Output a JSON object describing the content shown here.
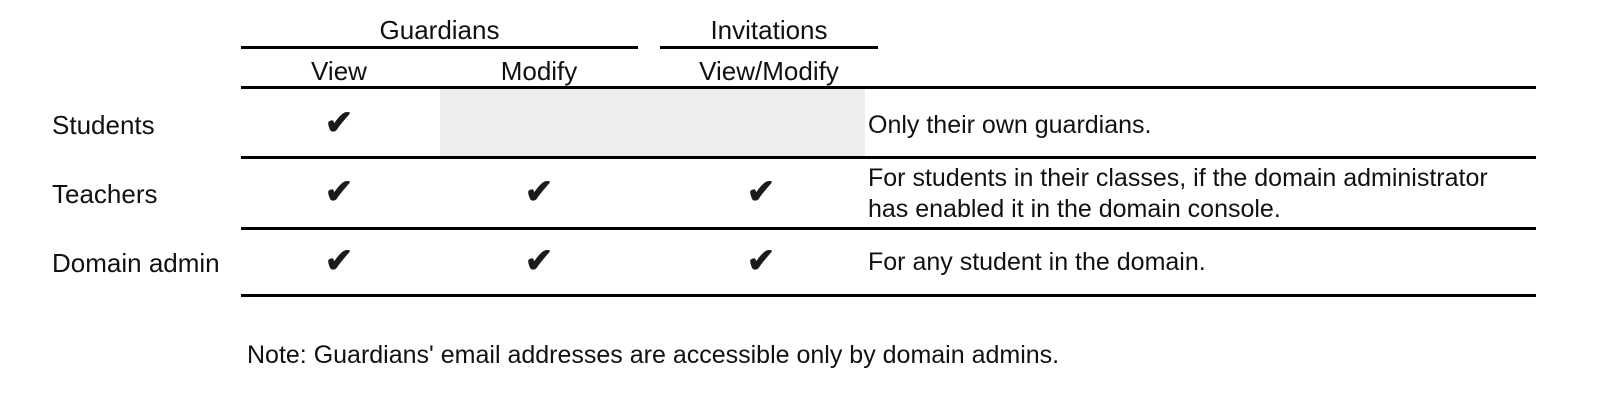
{
  "table": {
    "column_groups": [
      {
        "label": "Guardians",
        "span": 2
      },
      {
        "label": "Invitations",
        "span": 1
      }
    ],
    "sub_headers": [
      "View",
      "Modify",
      "View/Modify"
    ],
    "notes_header": "",
    "check_glyph": "✔",
    "rows": [
      {
        "label": "Students",
        "guardians_view": "✔",
        "guardians_modify": "",
        "guardians_modify_state": "not-applicable",
        "invitations_view_modify": "",
        "invitations_state": "not-applicable",
        "note": "Only their own guardians."
      },
      {
        "label": "Teachers",
        "guardians_view": "✔",
        "guardians_modify": "✔",
        "guardians_modify_state": "allowed",
        "invitations_view_modify": "✔",
        "invitations_state": "allowed",
        "note": "For students in their classes, if the domain administrator has enabled it in the domain console."
      },
      {
        "label": "Domain admin",
        "guardians_view": "✔",
        "guardians_modify": "✔",
        "guardians_modify_state": "allowed",
        "invitations_view_modify": "✔",
        "invitations_state": "allowed",
        "note": "For any student in the domain."
      }
    ]
  },
  "footnote": "Note: Guardians' email addresses are accessible only by domain admins.",
  "colors": {
    "text": "#111111",
    "rule": "#000000",
    "shaded_cell": "#eeeeee",
    "background": "#ffffff"
  }
}
